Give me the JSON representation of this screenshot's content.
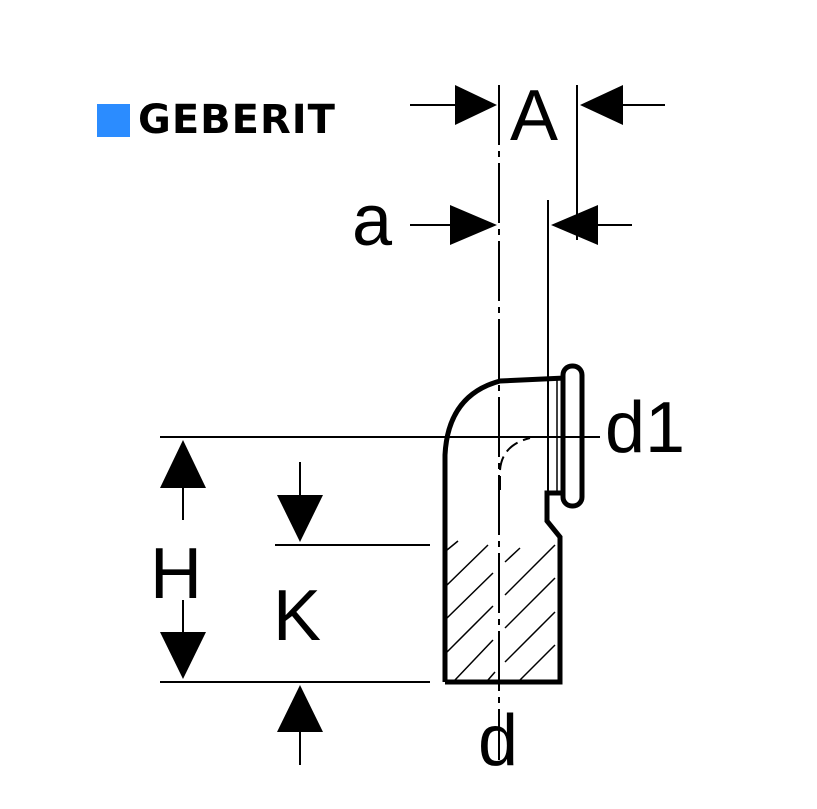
{
  "logo": {
    "text": "GEBERIT",
    "color": "#2b8cff"
  },
  "labels": {
    "A": "A",
    "a": "a",
    "d1": "d1",
    "H": "H",
    "K": "K",
    "d": "d"
  }
}
